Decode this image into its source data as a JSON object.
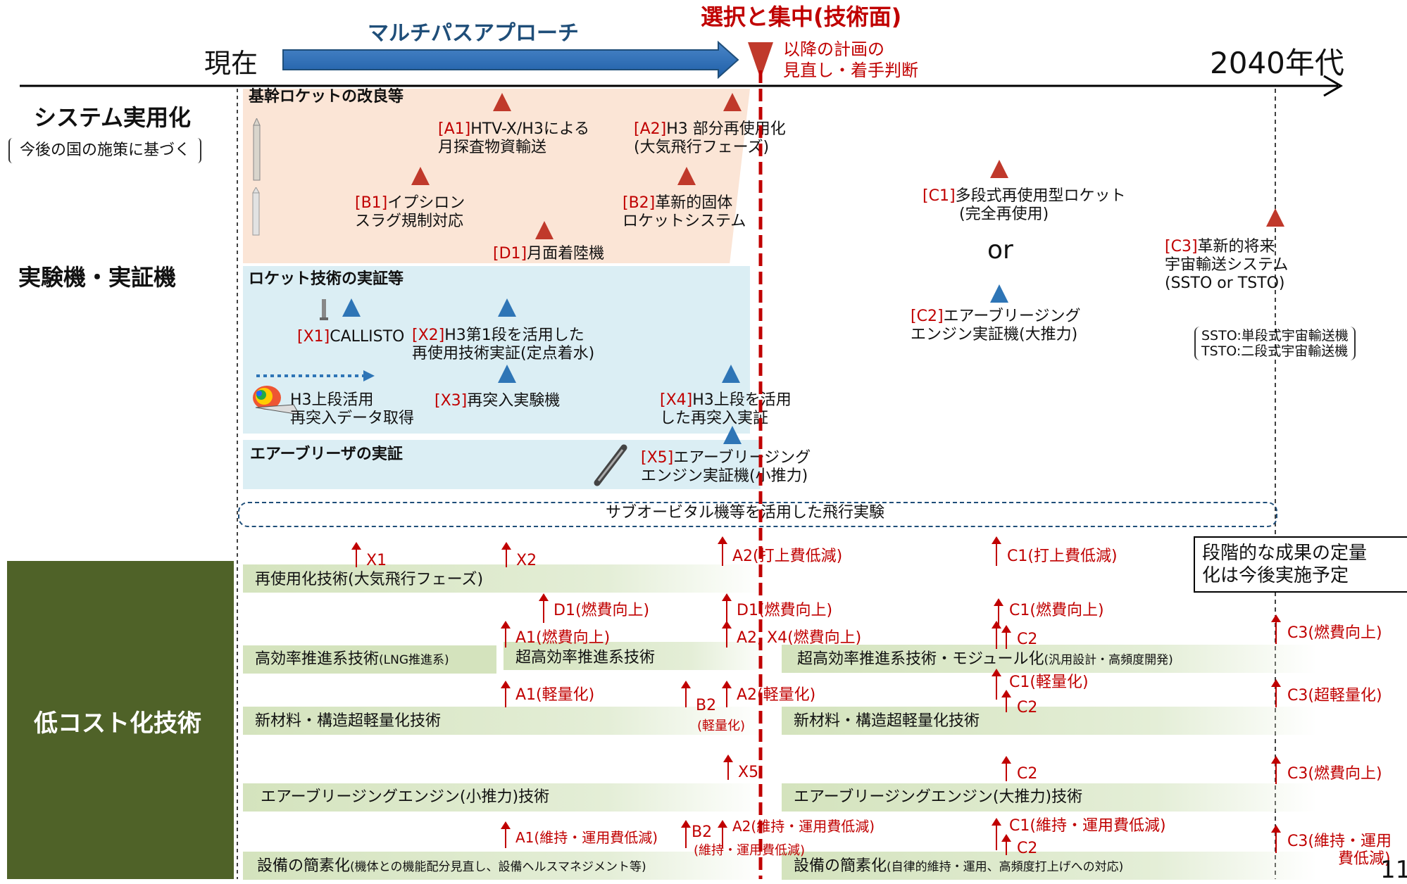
{
  "header": {
    "now": "現在",
    "multipath": "マルチパスアプローチ",
    "selection": "選択と集中(技術面)",
    "review_line1": "以降の計画の",
    "review_line2": "見直し・着手判断",
    "future": "2040年代"
  },
  "left": {
    "system": "システム実用化",
    "system_note": "今後の国の施策に基づく",
    "experiment": "実験機・実証機",
    "lowcost": "低コスト化技術"
  },
  "sections": {
    "rocket_improve": "基幹ロケットの改良等",
    "rocket_demo": "ロケット技術の実証等",
    "air_breather": "エアーブリーザの実証",
    "suborbital": "サブオービタル機等を活用した飛行実験"
  },
  "milestones": {
    "a1_code": "[A1]",
    "a1_l1": "HTV-X/H3による",
    "a1_l2": "月探査物資輸送",
    "a2_code": "[A2]",
    "a2_l1": "H3 部分再使用化",
    "a2_l2": "(大気飛行フェーズ)",
    "b1_code": "[B1]",
    "b1_l1": "イプシロン",
    "b1_l2": "スラグ規制対応",
    "b2_code": "[B2]",
    "b2_l1": "革新的固体",
    "b2_l2": "ロケットシステム",
    "d1_code": "[D1]",
    "d1_l1": "月面着陸機",
    "c1_code": "[C1]",
    "c1_l1": "多段式再使用型ロケット",
    "c1_l2": "(完全再使用)",
    "or": "or",
    "c2_code": "[C2]",
    "c2_l1": "エアーブリージング",
    "c2_l2": "エンジン実証機(大推力)",
    "c3_code": "[C3]",
    "c3_l1": "革新的将来",
    "c3_l2": "宇宙輸送システム",
    "c3_l3": "(SSTO or TSTO)",
    "x1_code": "[X1]",
    "x1_l1": "CALLISTO",
    "x2_code": "[X2]",
    "x2_l1": "H3第1段を活用した",
    "x2_l2": "再使用技術実証(定点着水)",
    "h3_reentry_l1": "H3上段活用",
    "h3_reentry_l2": "再突入データ取得",
    "x3_code": "[X3]",
    "x3_l1": "再突入実験機",
    "x4_code": "[X4]",
    "x4_l1": "H3上段を活用",
    "x4_l2": "した再突入実証",
    "x5_code": "[X5]",
    "x5_l1": "エアーブリージング",
    "x5_l2": "エンジン実証機(小推力)",
    "ssto_note": "SSTO:単段式宇宙輸送機",
    "tsto_note": "TSTO:二段式宇宙輸送機"
  },
  "future_note_l1": "段階的な成果の定量",
  "future_note_l2": "化は今後実施予定",
  "tech_rows": {
    "reuse": "再使用化技術(大気飛行フェーズ)",
    "prop1_main": "高効率推進系技術",
    "prop1_sub": "(LNG推進系)",
    "prop2": "超高効率推進系技術",
    "prop3_main": "超高効率推進系技術・モジュール化",
    "prop3_sub": "(汎用設計・高頻度開発)",
    "mat1": "新材料・構造超軽量化技術",
    "mat2": "新材料・構造超軽量化技術",
    "abe1": "エアーブリージングエンジン(小推力)技術",
    "abe2": "エアーブリージングエンジン(大推力)技術",
    "fac1_main": "設備の簡素化",
    "fac1_sub": "(機体との機能配分見直し、設備ヘルスマネジメント等)",
    "fac2_main": "設備の簡素化",
    "fac2_sub": "(自律的維持・運用、高頻度打上げへの対応)"
  },
  "markers": {
    "r1_x1": "X1",
    "r1_x2": "X2",
    "r1_a2": "A2(打上費低減)",
    "r1_c1": "C1(打上費低減)",
    "r2_d1a": "D1(燃費向上)",
    "r2_d1b": "D1(燃費向上)",
    "r2_c1": "C1(燃費向上)",
    "r2_a1": "A1(燃費向上)",
    "r2_a2x4": "A2, X4(燃費向上)",
    "r2_c2": "C2",
    "r2_c3": "C3(燃費向上)",
    "r3_a1": "A1(軽量化)",
    "r3_b2": "B2",
    "r3_b2s": "(軽量化)",
    "r3_a2": "A2(軽量化)",
    "r3_c1": "C1(軽量化)",
    "r3_c2": "C2",
    "r3_c3": "C3(超軽量化)",
    "r4_x5": "X5",
    "r4_c2": "C2",
    "r4_c3": "C3(燃費向上)",
    "r5_a1": "A1(維持・運用費低減)",
    "r5_b2": "B2",
    "r5_a2": "A2(維持・運用費低減)",
    "r5_b2a2s": "(維持・運用費低減)",
    "r5_c1": "C1(維持・運用費低減)",
    "r5_c2": "C2",
    "r5_c3a": "C3(維持・運用",
    "r5_c3b": "費低減)"
  },
  "page_number": "11",
  "colors": {
    "accent_red": "#c00000",
    "accent_blue": "#2e75b6",
    "band_orange": "#fbe5d6",
    "band_blue": "#dbeef4",
    "lowcost_bg": "#4f6228"
  }
}
